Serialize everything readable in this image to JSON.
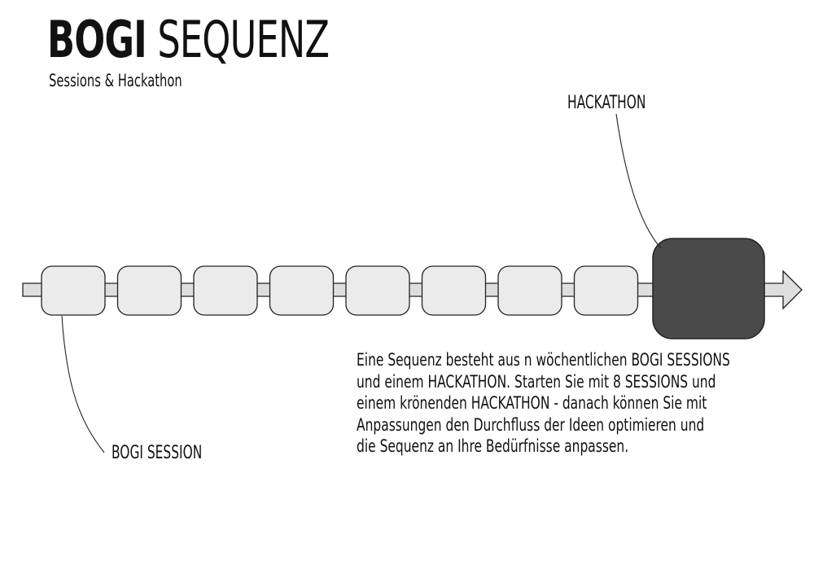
{
  "header": {
    "title_bold": "BOGI",
    "title_rest": "SEQUENZ",
    "subtitle": "Sessions & Hackathon"
  },
  "diagram": {
    "hackathon_label": "HACKATHON",
    "session_label": "BOGI SESSION",
    "session_count": 8,
    "colors": {
      "session_fill": "#ebebeb",
      "hackathon_fill": "#4a4a4a",
      "arrow_fill": "#dedede",
      "stroke": "#222222"
    }
  },
  "description": {
    "lines": [
      "Eine Sequenz besteht aus n wöchentlichen BOGI SESSIONS",
      "und einem HACKATHON. Starten Sie mit 8 SESSIONS und",
      "einem krönenden HACKATHON - danach können Sie mit",
      "Anpassungen den Durchfluss der Ideen optimieren und",
      "die Sequenz an Ihre Bedürfnisse anpassen."
    ]
  }
}
